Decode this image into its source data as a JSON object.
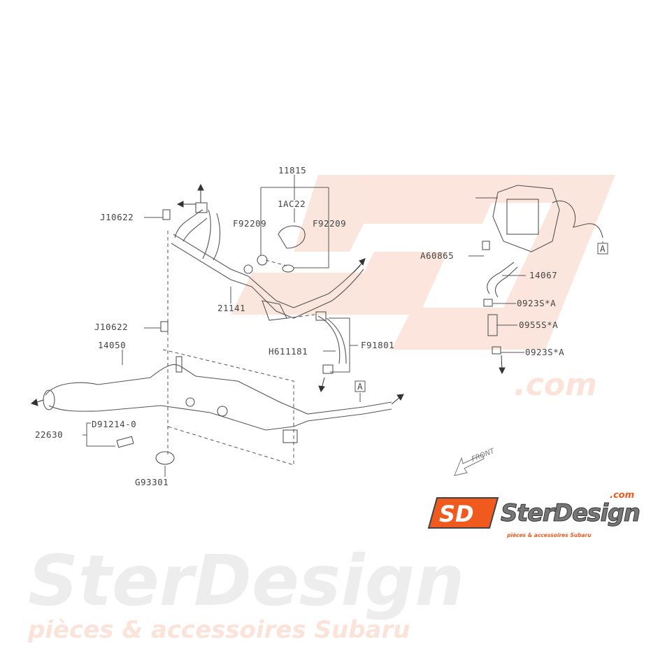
{
  "watermark": {
    "brand": "SterDesign",
    "domain": ".com",
    "tagline": "pièces & accessoires Subaru"
  },
  "diagram": {
    "callouts": {
      "c11815": "11815",
      "c1ac22": "1AC22",
      "f92209_left": "F92209",
      "f92209_right": "F92209",
      "j10622_top": "J10622",
      "c21141": "21141",
      "j10622_mid": "J10622",
      "c14050": "14050",
      "h611181": "H611181",
      "f91801": "F91801",
      "ref_a_left": "A",
      "d91214": "D91214-0",
      "c22630": "22630",
      "g93301": "G93301",
      "a60865": "A60865",
      "c14067": "14067",
      "c0923_top": "0923S*A",
      "c0955": "0955S*A",
      "c0923_bottom": "0923S*A",
      "ref_a_right": "A"
    },
    "front_label": "FRONT"
  },
  "logo": {
    "mark": "SD",
    "name": "SterDesign",
    "domain": ".com",
    "tagline": "pièces & accessoires Subaru",
    "colors": {
      "orange": "#f05a1e",
      "gray": "#777777"
    }
  }
}
